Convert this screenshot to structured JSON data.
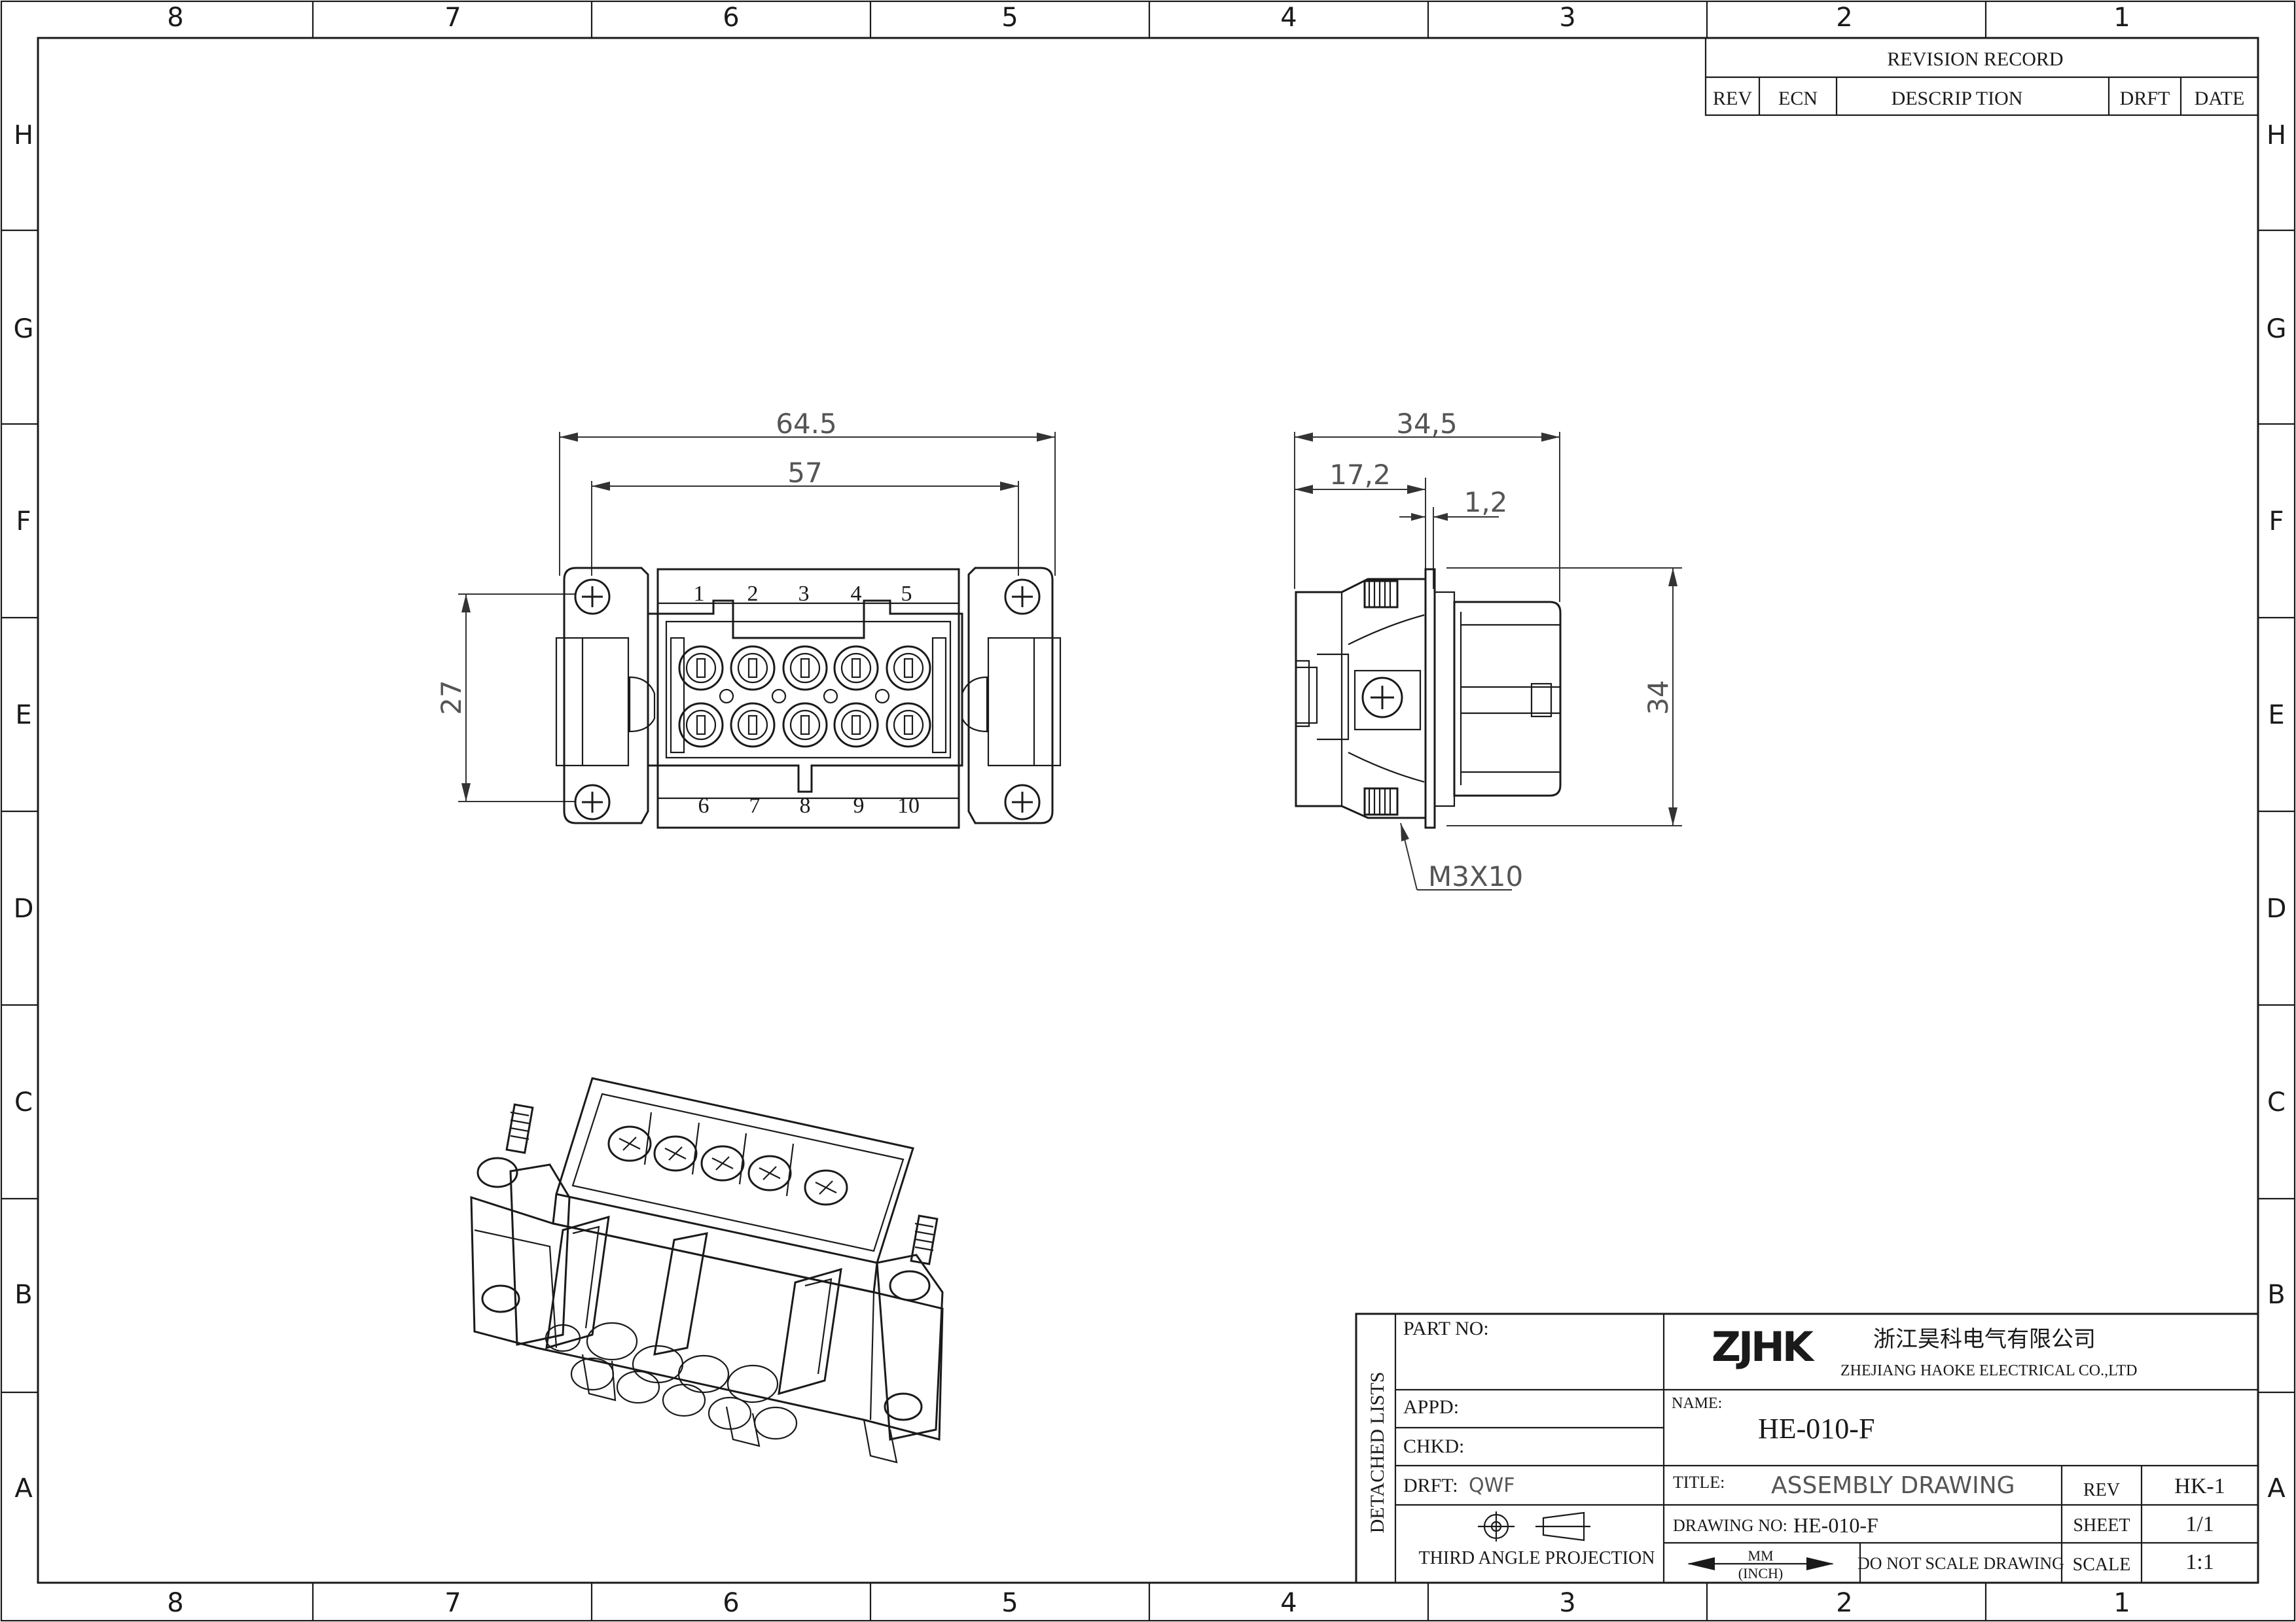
{
  "border": {
    "columns": [
      "8",
      "7",
      "6",
      "5",
      "4",
      "3",
      "2",
      "1"
    ],
    "rows": [
      "H",
      "G",
      "F",
      "E",
      "D",
      "C",
      "B",
      "A"
    ]
  },
  "revision_record": {
    "title": "REVISION RECORD",
    "headers": [
      "REV",
      "ECN",
      "DESCRIP TION",
      "DRFT",
      "DATE"
    ]
  },
  "front_view": {
    "dim_overall_width": "64.5",
    "dim_mount_width": "57",
    "dim_height": "27",
    "pins_top": [
      "1",
      "2",
      "3",
      "4",
      "5"
    ],
    "pins_bottom": [
      "6",
      "7",
      "8",
      "9",
      "10"
    ]
  },
  "side_view": {
    "dim_overall_depth": "34,5",
    "dim_flange": "17,2",
    "dim_plate": "1,2",
    "dim_height": "34",
    "screw_callout": "M3X10"
  },
  "title_block": {
    "part_no_label": "PART NO:",
    "detached_lists": "DETACHED LISTS",
    "appd_label": "APPD:",
    "chkd_label": "CHKD:",
    "drft_label": "DRFT:",
    "drft_value": "QWF",
    "projection_label": "THIRD ANGLE PROJECTION",
    "logo_text": "ZJHK",
    "company_cn": "浙江昊科电气有限公司",
    "company_en": "ZHEJIANG HAOKE ELECTRICAL CO.,LTD",
    "name_label": "NAME:",
    "name_value": "HE-010-F",
    "title_label": "TITLE:",
    "title_value": "ASSEMBLY DRAWING",
    "drawing_no_label": "DRAWING NO:",
    "drawing_no_value": "HE-010-F",
    "unit_main": "MM",
    "unit_sub": "(INCH)",
    "do_not_scale": "DO NOT SCALE DRAWING",
    "rev_label": "REV",
    "rev_value": "HK-1",
    "sheet_label": "SHEET",
    "sheet_value": "1/1",
    "scale_label": "SCALE",
    "scale_value": "1:1"
  }
}
